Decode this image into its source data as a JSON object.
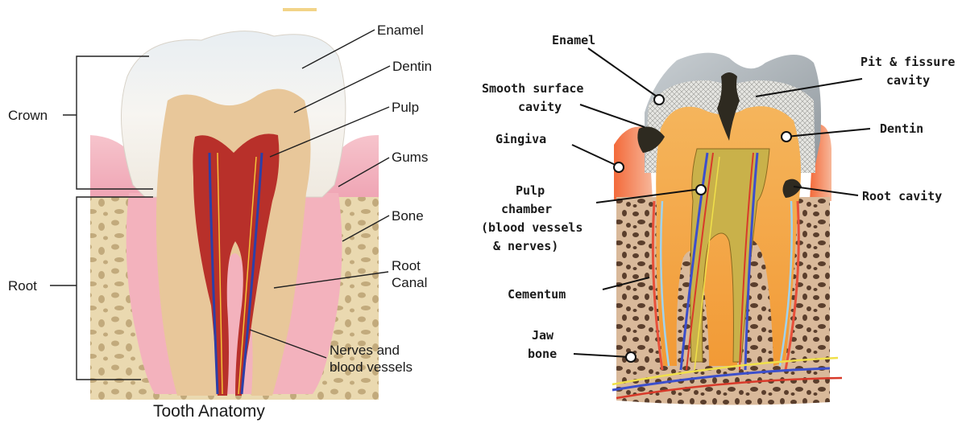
{
  "left_diagram": {
    "title": "Tooth Anatomy",
    "labels": {
      "enamel": "Enamel",
      "dentin": "Dentin",
      "pulp": "Pulp",
      "gums": "Gums",
      "bone": "Bone",
      "root_canal_line1": "Root",
      "root_canal_line2": "Canal",
      "nerves_line1": "Nerves and",
      "nerves_line2": "blood vessels",
      "crown": "Crown",
      "root": "Root"
    }
  },
  "right_diagram": {
    "labels": {
      "enamel": "Enamel",
      "smooth_line1": "Smooth surface",
      "smooth_line2": "cavity",
      "gingiva": "Gingiva",
      "pulp_line1": "Pulp",
      "pulp_line2": "chamber",
      "pulp_line3": "(blood vessels",
      "pulp_line4": "& nerves)",
      "cementum": "Cementum",
      "jaw_line1": "Jaw",
      "jaw_line2": "bone",
      "pit_line1": "Pit & fissure",
      "pit_line2": "cavity",
      "dentin": "Dentin",
      "root_cavity": "Root cavity"
    }
  },
  "colors": {
    "enamel": "#f4f2ee",
    "dentin": "#e8c79a",
    "pulp": "#b8302a",
    "gum": "#f2aab8",
    "bone": "#ead9b0",
    "bone_holes": "#b8a072",
    "cavity": "#2e2a20",
    "orange_dentin": "#f2a640",
    "jaw_bone": "#caa485",
    "jaw_holes": "#5a3e2c"
  }
}
